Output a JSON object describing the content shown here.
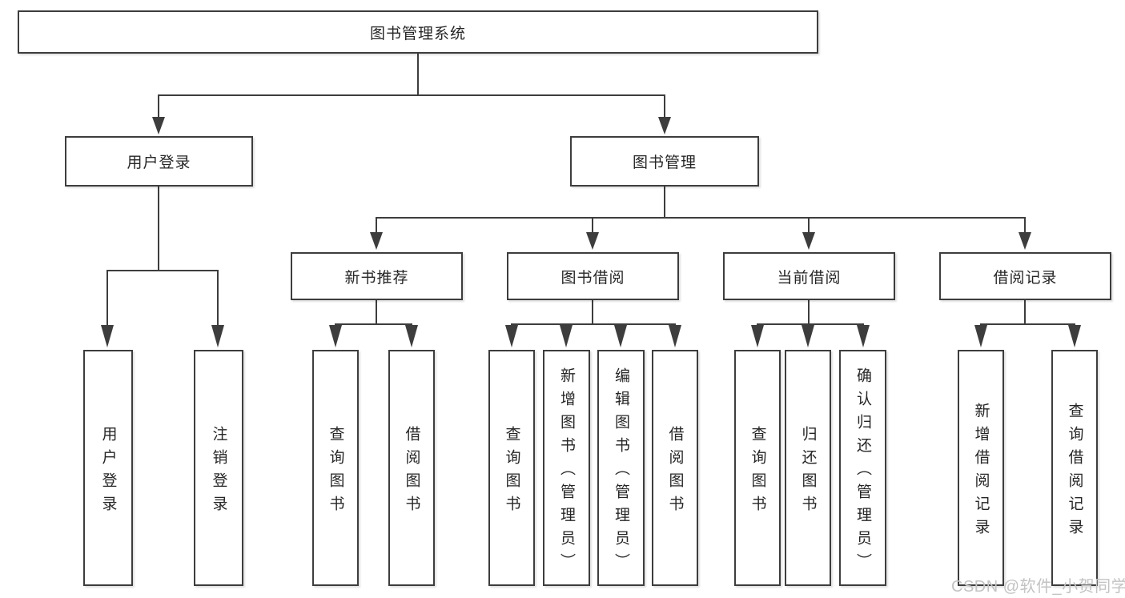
{
  "colors": {
    "line": "#3d3d3d",
    "box_border": "#3d3d3d",
    "text": "#262626",
    "watermark": "#c3c3c3",
    "background": "#ffffff"
  },
  "nodes": {
    "root": "图书管理系统",
    "userLogin": "用户登录",
    "bookMgmt": "图书管理",
    "newRec": "新书推荐",
    "bookBorrow": "图书借阅",
    "currentBorrow": "当前借阅",
    "borrowRecord": "借阅记录",
    "leafUserLogin": "用户登录",
    "leafLogout": "注销登录",
    "leafRecQuery": "查询图书",
    "leafRecBorrow": "借阅图书",
    "leafBbQuery": "查询图书",
    "leafBbAdd": "新增图书（管理员）",
    "leafBbEdit": "编辑图书（管理员）",
    "leafBbBorrow": "借阅图书",
    "leafCbQuery": "查询图书",
    "leafCbReturn": "归还图书",
    "leafCbConfirm": "确认归还（管理员）",
    "leafBrAdd": "新增借阅记录",
    "leafBrQuery": "查询借阅记录"
  },
  "hierarchy": {
    "图书管理系统": {
      "用户登录": [
        "用户登录",
        "注销登录"
      ],
      "图书管理": {
        "新书推荐": [
          "查询图书",
          "借阅图书"
        ],
        "图书借阅": [
          "查询图书",
          "新增图书（管理员）",
          "编辑图书（管理员）",
          "借阅图书"
        ],
        "当前借阅": [
          "查询图书",
          "归还图书",
          "确认归还（管理员）"
        ],
        "借阅记录": [
          "新增借阅记录",
          "查询借阅记录"
        ]
      }
    }
  },
  "watermark": {
    "text": "CSDN @软件_小贺同学"
  }
}
